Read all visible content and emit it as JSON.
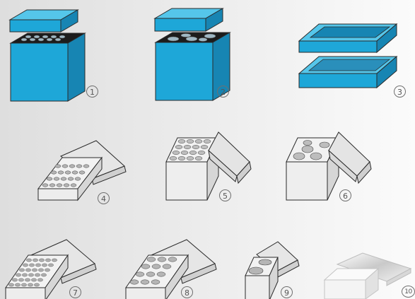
{
  "items": [
    {
      "label": "1"
    },
    {
      "label": "2"
    },
    {
      "label": "3"
    },
    {
      "label": "4"
    },
    {
      "label": "5"
    },
    {
      "label": "6"
    },
    {
      "label": "7"
    },
    {
      "label": "8"
    },
    {
      "label": "9"
    },
    {
      "label": "10"
    }
  ],
  "colors": {
    "blue_front": "#1ea7d8",
    "blue_side": "#1785b3",
    "blue_top": "#55c6ea",
    "outline": "#2a2a2a",
    "gray_front": "#efefef",
    "gray_side": "#d8d8d8",
    "gray_top": "#e6e6e6",
    "hole": "#9a9a9a"
  }
}
